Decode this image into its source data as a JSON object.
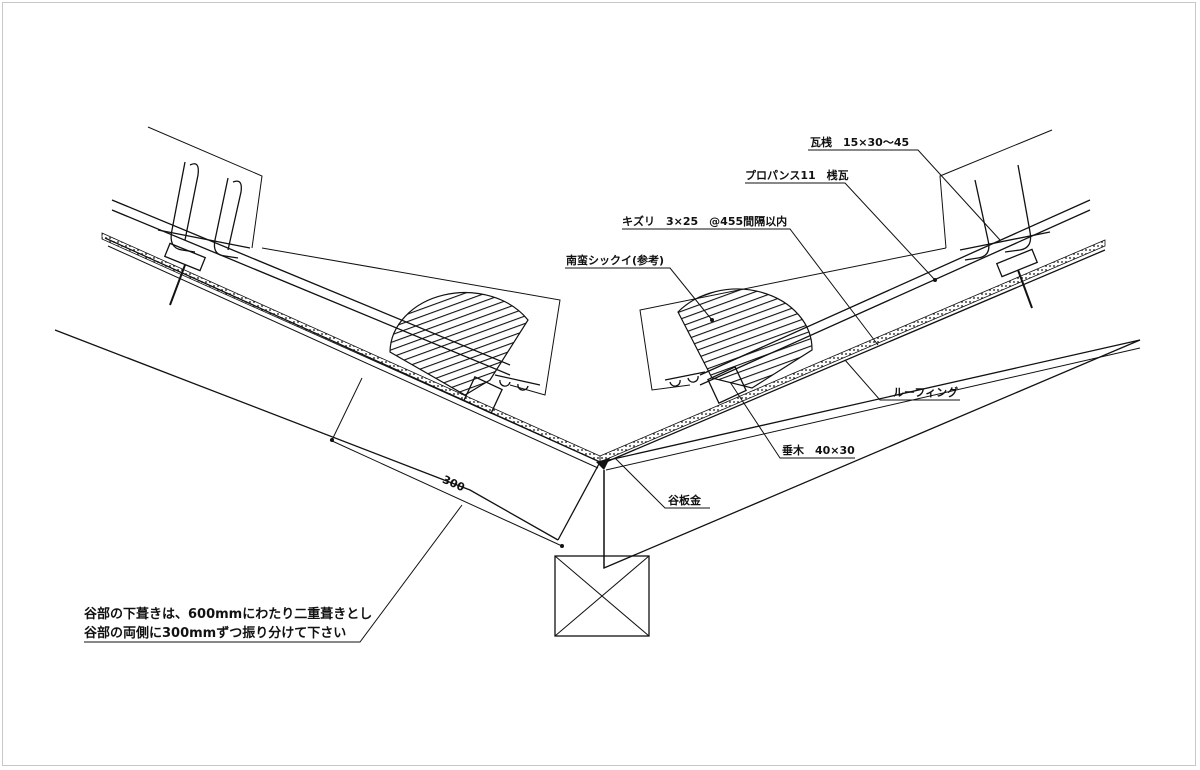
{
  "labels": {
    "kawara_san": "瓦桟　15×30～45",
    "propane": "プロパンス11　桟瓦",
    "kizuri": "キズリ　3×25　@455間隔以内",
    "nanban": "南蛮シックイ(参考)",
    "roofing": "ルーフィング",
    "taruki": "垂木　40×30",
    "tanibankin": "谷板金",
    "dim_300": "300"
  },
  "note": {
    "line1": "谷部の下葺きは、600mmにわたり二重葺きとし",
    "line2": "谷部の両側に300mmずつ振り分けて下さい"
  }
}
